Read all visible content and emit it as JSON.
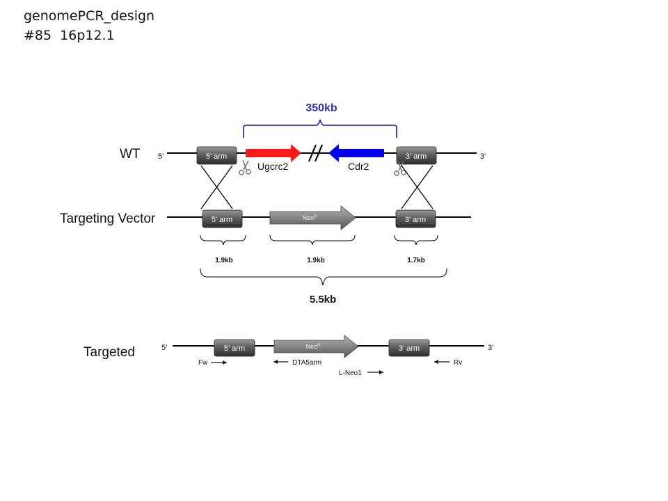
{
  "header": {
    "line1": "genomePCR_design",
    "line2": "#85  16p12.1"
  },
  "colors": {
    "ugcrc2": "#ff1a1a",
    "cdr2": "#0000ee",
    "bracket": "#3333bb",
    "arm_box": "#606060",
    "neo": "#8a8a8a"
  },
  "wt": {
    "label": "WT",
    "end5": "5'",
    "end3": "3'",
    "arm5": "5' arm",
    "arm3": "3' arm",
    "gene1": "Ugcrc2",
    "gene2": "Cdr2",
    "break_mark": "//",
    "span_label": "350kb"
  },
  "vector": {
    "label": "Targeting Vector",
    "arm5": "5' arm",
    "arm3": "3' arm",
    "neo": "NeoR",
    "size_arm5": "1.9kb",
    "size_neo": "1.9kb",
    "size_arm3": "1.7kb",
    "size_total": "5.5kb"
  },
  "targeted": {
    "label": "Targeted",
    "end5": "5'",
    "end3": "3'",
    "arm5": "5' arm",
    "arm3": "3' arm",
    "neo": "NeoR",
    "primers": [
      "Fw",
      "DTA5arm",
      "L-Neo1",
      "Rv"
    ]
  },
  "icons": [
    "scissors-icon"
  ]
}
